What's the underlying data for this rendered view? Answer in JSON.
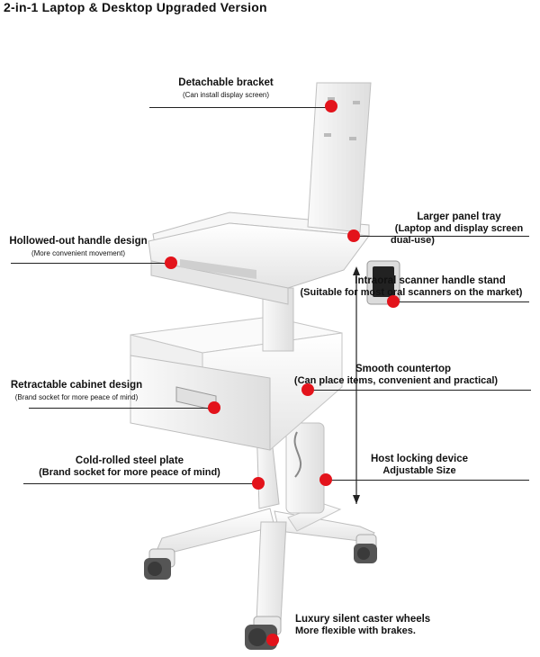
{
  "title": "2-in-1 Laptop & Desktop Upgraded Version",
  "callouts": {
    "bracket": {
      "title": "Detachable bracket",
      "sub": "(Can install display screen)"
    },
    "handle": {
      "title": "Hollowed-out handle design",
      "sub": "(More convenient movement)"
    },
    "tray": {
      "title": "Larger panel tray",
      "sub1": "(Laptop and display screen",
      "sub2": "dual-use)"
    },
    "scanner": {
      "title": "Intraoral scanner handle stand",
      "sub": "(Suitable for most oral scanners on the market)"
    },
    "cabinet": {
      "title": "Retractable cabinet design",
      "sub": "(Brand socket for more peace of mind)"
    },
    "countertop": {
      "title": "Smooth countertop",
      "sub": "(Can place items, convenient and practical)"
    },
    "steel": {
      "title": "Cold-rolled steel plate",
      "sub": "(Brand socket for more peace of mind)"
    },
    "host": {
      "title": "Host locking device",
      "sub": "Adjustable Size"
    },
    "wheels": {
      "title": "Luxury silent caster wheels",
      "sub": "More flexible with brakes."
    }
  },
  "colors": {
    "marker": "#e3131b",
    "product": "#f2f2f2",
    "outline": "#b5b5b5"
  }
}
